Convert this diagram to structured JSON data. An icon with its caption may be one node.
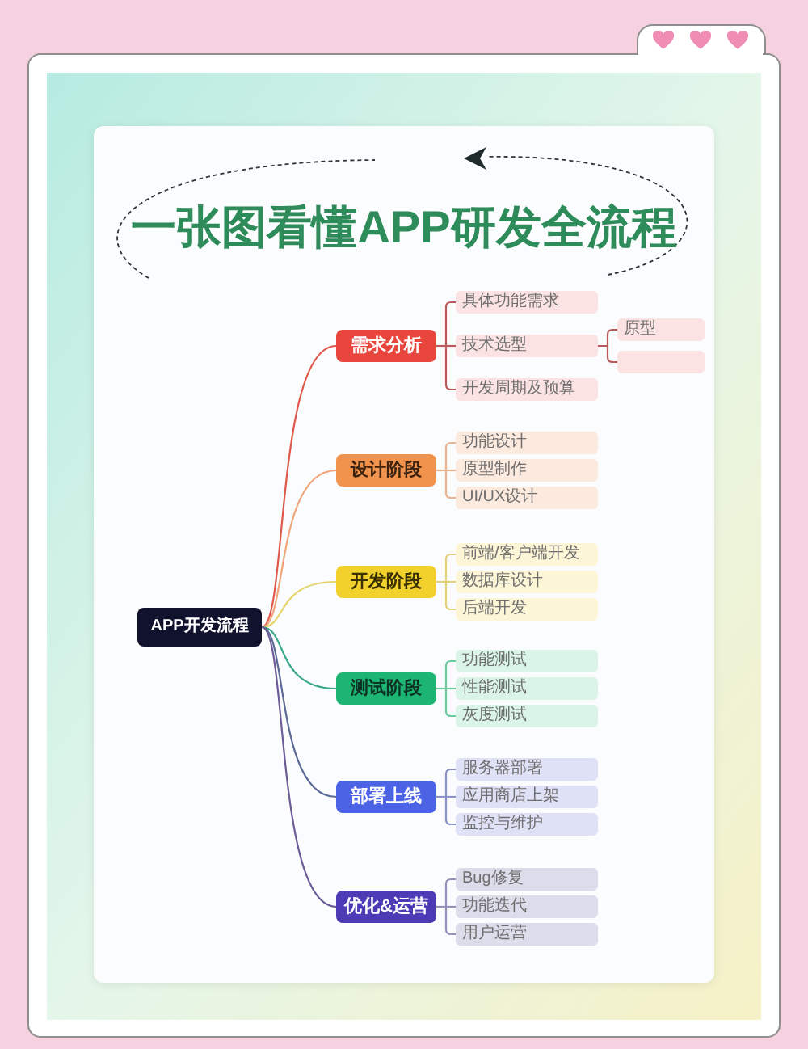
{
  "diagram": {
    "title": "一张图看懂APP研发全流程",
    "nodes": [
      {
        "text": [
          "APP开发流程"
        ]
      },
      {
        "text": [
          "需求分析"
        ]
      },
      {
        "text": [
          "具体功能需求"
        ]
      },
      {
        "text": [
          "技术选型"
        ]
      },
      {
        "text": [
          "原型"
        ]
      },
      {
        "text": [],
        "shape": "box"
      },
      {
        "text": [
          "开发周期及预算"
        ]
      },
      {
        "text": [
          "设计阶段"
        ]
      },
      {
        "text": [
          "功能设计"
        ]
      },
      {
        "text": [
          "原型制作"
        ]
      },
      {
        "text": [
          "UI/UX设计"
        ]
      },
      {
        "text": [
          "开发阶段"
        ]
      },
      {
        "text": [
          "前端/客户端开发"
        ]
      },
      {
        "text": [
          "数据库设计"
        ]
      },
      {
        "text": [
          "后端开发"
        ]
      },
      {
        "text": [
          "测试阶段"
        ]
      },
      {
        "text": [
          "功能测试"
        ]
      },
      {
        "text": [
          "性能测试"
        ]
      },
      {
        "text": [
          "灰度测试"
        ]
      },
      {
        "text": [
          "部署上线"
        ]
      },
      {
        "text": [
          "服务器部署"
        ]
      },
      {
        "text": [
          "应用商店上架"
        ]
      },
      {
        "text": [
          "监控与维护"
        ]
      },
      {
        "text": [
          "优化&运营"
        ]
      },
      {
        "text": [
          "Bug修复"
        ]
      },
      {
        "text": [
          "功能迭代"
        ]
      },
      {
        "text": [
          "用户运营"
        ]
      }
    ],
    "edges": [
      {
        "from": 0,
        "to": 1,
        "arrow": "none",
        "color": "#e0574c"
      },
      {
        "from": 0,
        "to": 7,
        "arrow": "none",
        "color": "#f0a57a"
      },
      {
        "from": 0,
        "to": 11,
        "arrow": "none",
        "color": "#e6d46e"
      },
      {
        "from": 0,
        "to": 15,
        "arrow": "none",
        "color": "#3aa98a"
      },
      {
        "from": 0,
        "to": 19,
        "arrow": "none",
        "color": "#5b6a96"
      },
      {
        "from": 0,
        "to": 23,
        "arrow": "none",
        "color": "#6b5b97"
      },
      {
        "from": 1,
        "to": 2,
        "arrow": "none",
        "color": "#b85a5a"
      },
      {
        "from": 1,
        "to": 3,
        "arrow": "none",
        "color": "#b85a5a"
      },
      {
        "from": 1,
        "to": 6,
        "arrow": "none",
        "color": "#b85a5a"
      },
      {
        "from": 3,
        "to": 4,
        "arrow": "none",
        "color": "#b85a5a"
      },
      {
        "from": 3,
        "to": 5,
        "arrow": "none",
        "color": "#b85a5a"
      },
      {
        "from": 7,
        "to": 8,
        "arrow": "none",
        "color": "#e9b48e"
      },
      {
        "from": 7,
        "to": 9,
        "arrow": "none",
        "color": "#e9b48e"
      },
      {
        "from": 7,
        "to": 10,
        "arrow": "none",
        "color": "#e9b48e"
      },
      {
        "from": 11,
        "to": 12,
        "arrow": "none",
        "color": "#e3d17e"
      },
      {
        "from": 11,
        "to": 13,
        "arrow": "none",
        "color": "#e3d17e"
      },
      {
        "from": 11,
        "to": 14,
        "arrow": "none",
        "color": "#e3d17e"
      },
      {
        "from": 15,
        "to": 16,
        "arrow": "none",
        "color": "#6fc79e"
      },
      {
        "from": 15,
        "to": 17,
        "arrow": "none",
        "color": "#6fc79e"
      },
      {
        "from": 15,
        "to": 18,
        "arrow": "none",
        "color": "#6fc79e"
      },
      {
        "from": 19,
        "to": 20,
        "arrow": "none",
        "color": "#8a91c6"
      },
      {
        "from": 19,
        "to": 21,
        "arrow": "none",
        "color": "#8a91c6"
      },
      {
        "from": 19,
        "to": 22,
        "arrow": "none",
        "color": "#8a91c6"
      },
      {
        "from": 23,
        "to": 24,
        "arrow": "none",
        "color": "#9390bc"
      },
      {
        "from": 23,
        "to": 25,
        "arrow": "none",
        "color": "#9390bc"
      },
      {
        "from": 23,
        "to": 26,
        "arrow": "none",
        "color": "#9390bc"
      }
    ]
  }
}
